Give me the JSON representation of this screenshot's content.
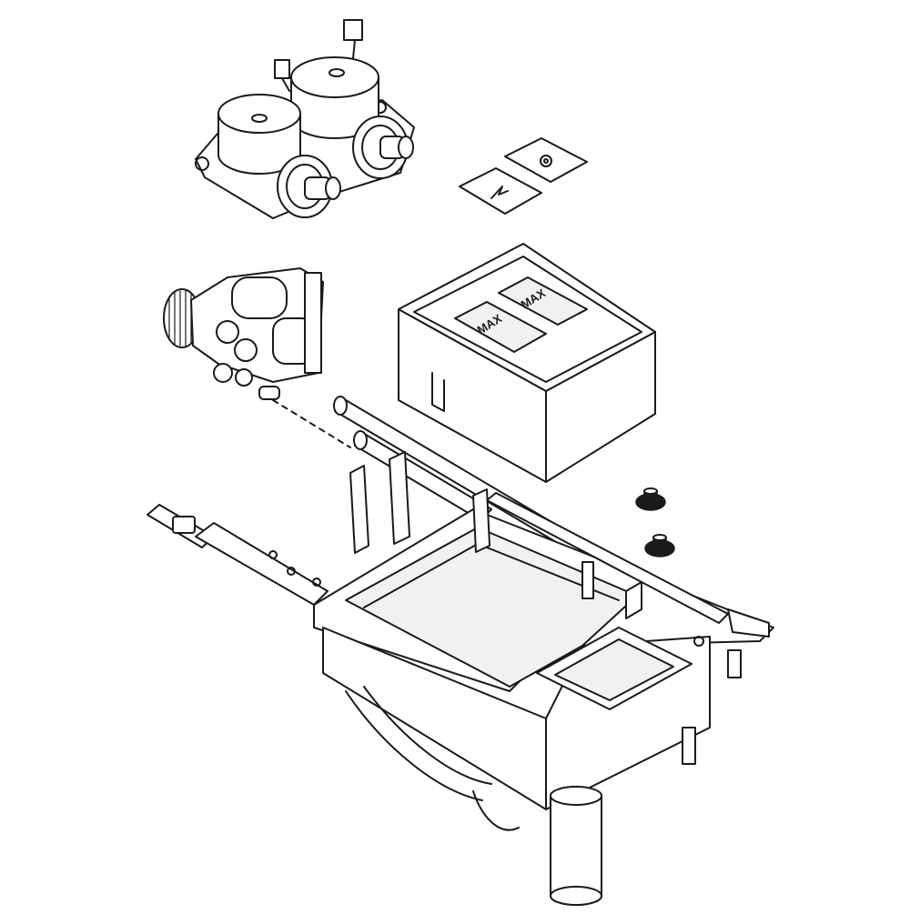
{
  "diagram": {
    "type": "exploded-parts-diagram",
    "parts": [
      {
        "id": "dual-solenoid-valve",
        "icon": "double-solenoid-valve"
      },
      {
        "id": "cup-labels",
        "icon": "softener-and-bleach-labels"
      },
      {
        "id": "water-inlet-valve",
        "icon": "inlet-valve"
      },
      {
        "id": "dispenser-drawer",
        "icon": "detergent-drawer"
      },
      {
        "id": "hose",
        "icon": "straight-hose"
      },
      {
        "id": "caps",
        "icon": "round-rubber-caps"
      },
      {
        "id": "dispenser-housing",
        "icon": "dispenser-housing"
      }
    ],
    "cup_labels": {
      "left": "MAX",
      "right": "MAX"
    }
  }
}
